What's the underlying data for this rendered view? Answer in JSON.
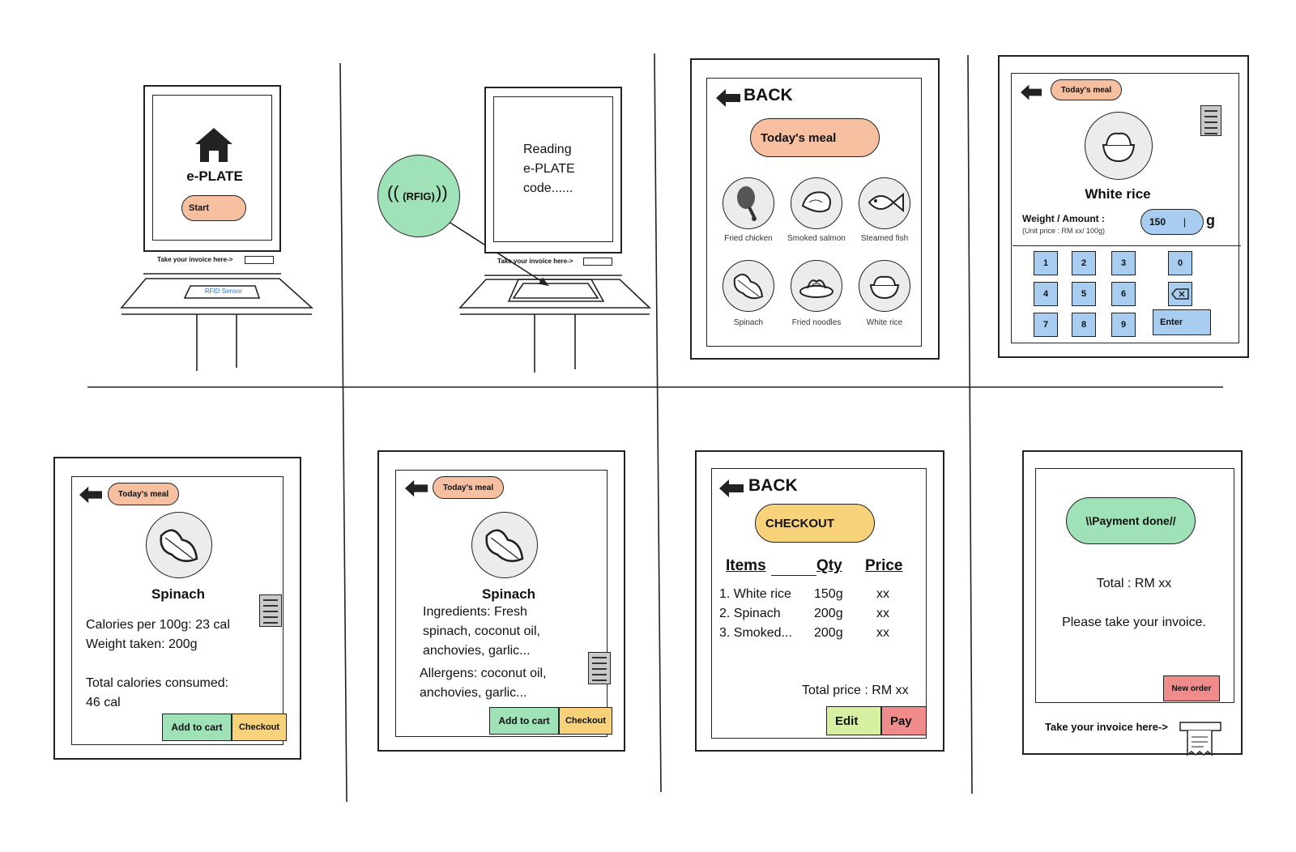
{
  "colors": {
    "peach": "#f6bfa0",
    "green": "#9fe2b8",
    "blue": "#a8cdf0",
    "yellow": "#f8d27a",
    "red": "#ef8b8b",
    "lime": "#d6efa0",
    "grey": "#ececec"
  },
  "home": {
    "title": "e-PLATE",
    "start": "Start",
    "invoice": "Take your invoice here->",
    "rfid": "RFID Sensor"
  },
  "reading": {
    "line1": "Reading",
    "line2": "e-PLATE",
    "line3": "code......",
    "rfig": "(RFIG)",
    "invoice": "Take your invoice here->"
  },
  "menu": {
    "back": "BACK",
    "todays": "Today's meal",
    "items": [
      "Fried chicken",
      "Smoked salmon",
      "Steamed fish",
      "Spinach",
      "Fried noodles",
      "White rice"
    ]
  },
  "rice": {
    "todays": "Today's meal",
    "title": "White rice",
    "weight_label": "Weight / Amount :",
    "unit_price": "(Unit price : RM xx/ 100g)",
    "value": "150",
    "unit": "g",
    "keys": [
      "1",
      "2",
      "3",
      "0",
      "4",
      "5",
      "6",
      "7",
      "8",
      "9"
    ],
    "enter": "Enter"
  },
  "spinach1": {
    "todays": "Today's meal",
    "title": "Spinach",
    "cal": "Calories per 100g: 23 cal",
    "weight": "Weight taken: 200g",
    "total_label": "Total calories consumed:",
    "total_val": "46 cal",
    "add": "Add to cart",
    "checkout": "Checkout"
  },
  "spinach2": {
    "todays": "Today's meal",
    "title": "Spinach",
    "ing1": "Ingredients: Fresh",
    "ing2": "spinach, coconut oil,",
    "ing3": "anchovies, garlic...",
    "all1": "Allergens: coconut oil,",
    "all2": "anchovies, garlic...",
    "add": "Add to cart",
    "checkout": "Checkout"
  },
  "checkout": {
    "back": "BACK",
    "title": "CHECKOUT",
    "headers": [
      "Items",
      "Qty",
      "Price"
    ],
    "rows": [
      [
        "1. White rice",
        "150g",
        "xx"
      ],
      [
        "2. Spinach",
        "200g",
        "xx"
      ],
      [
        "3. Smoked...",
        "200g",
        "xx"
      ]
    ],
    "total": "Total price : RM xx",
    "edit": "Edit",
    "pay": "Pay"
  },
  "done": {
    "title": "\\\\Payment done//",
    "total": "Total : RM xx",
    "take": "Please take your invoice.",
    "new": "New order",
    "invoice": "Take your invoice here->"
  }
}
